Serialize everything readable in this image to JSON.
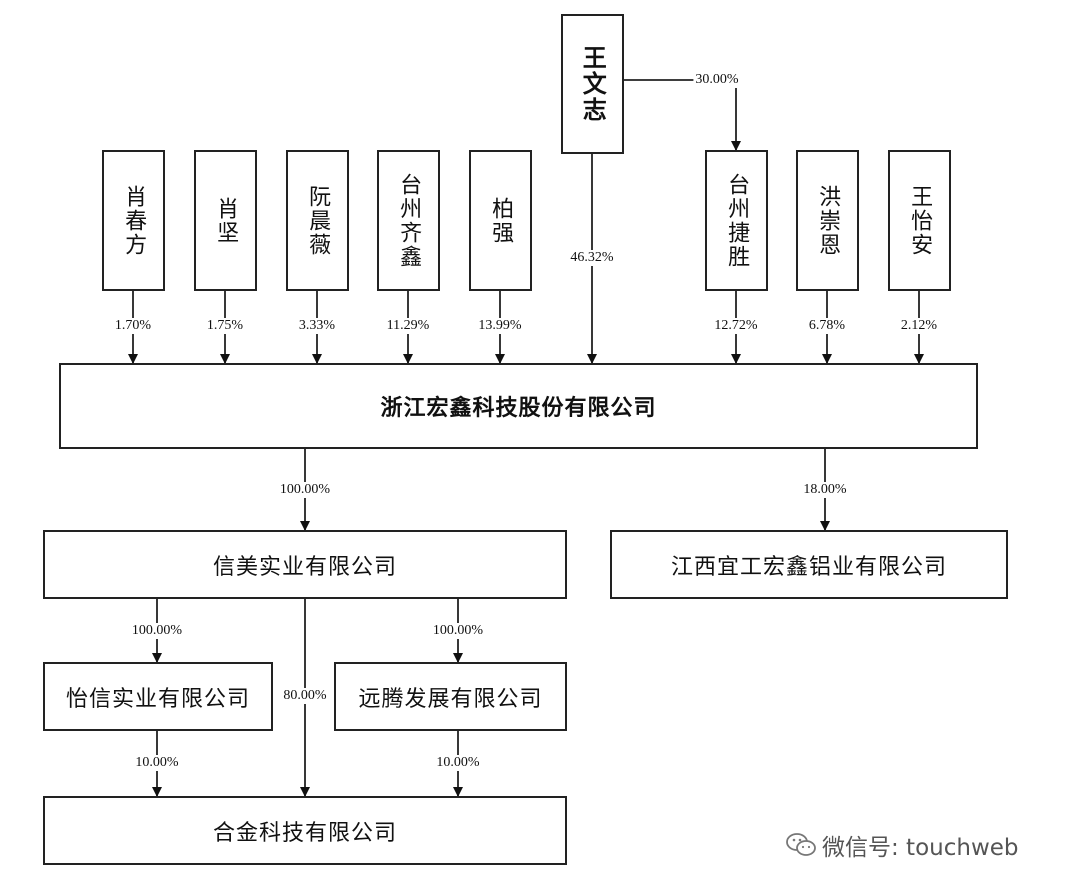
{
  "shareholders": {
    "wang_wenzhi": "王文志",
    "xiao_chunfang": "肖春方",
    "xiao_jian": "肖坚",
    "ruan_chenwei": "阮晨薇",
    "taizhou_qixin": "台州齐鑫",
    "bai_qiang": "柏强",
    "taizhou_jiesheng": "台州捷胜",
    "hong_chongen": "洪崇恩",
    "wang_yian": "王怡安"
  },
  "main_company": "浙江宏鑫科技股份有限公司",
  "subsidiaries": {
    "xinmei": "信美实业有限公司",
    "jiangxi": "江西宜工宏鑫铝业有限公司",
    "yixin": "怡信实业有限公司",
    "yuanteng": "远腾发展有限公司",
    "hejin": "合金科技有限公司"
  },
  "percentages": {
    "wang_to_jiesheng": "30.00%",
    "wang_to_main": "46.32%",
    "xiao_chunfang": "1.70%",
    "xiao_jian": "1.75%",
    "ruan_chenwei": "3.33%",
    "taizhou_qixin": "11.29%",
    "bai_qiang": "13.99%",
    "taizhou_jiesheng": "12.72%",
    "hong_chongen": "6.78%",
    "wang_yian": "2.12%",
    "main_to_xinmei": "100.00%",
    "main_to_jiangxi": "18.00%",
    "xinmei_to_yixin": "100.00%",
    "xinmei_to_yuanteng": "100.00%",
    "xinmei_to_hejin": "80.00%",
    "yixin_to_hejin": "10.00%",
    "yuanteng_to_hejin": "10.00%"
  },
  "watermark": {
    "text": "微信号: touchweb",
    "icon": "wechat-icon"
  }
}
